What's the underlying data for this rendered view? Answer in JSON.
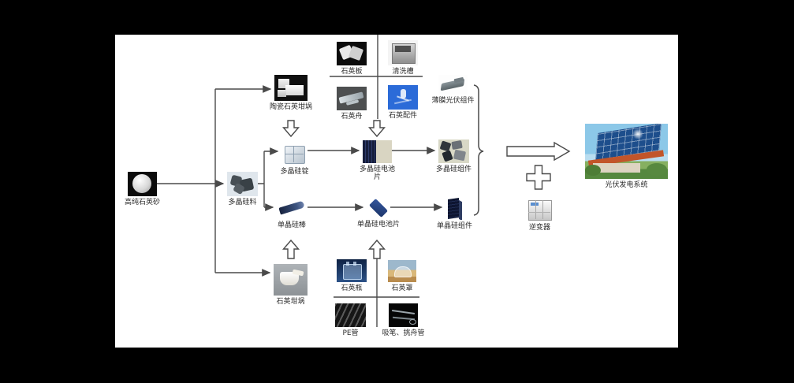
{
  "diagram": {
    "nodes": {
      "quartz_sand": {
        "label": "高纯石英砂"
      },
      "poly_material": {
        "label": "多晶硅料"
      },
      "ceramic_crucible": {
        "label": "陶瓷石英坩埚"
      },
      "poly_ingot": {
        "label": "多晶硅锭"
      },
      "mono_rod": {
        "label": "单晶硅棒"
      },
      "quartz_crucible": {
        "label": "石英坩埚"
      },
      "quartz_plate": {
        "label": "石英板"
      },
      "cleaning_tank": {
        "label": "清洗槽"
      },
      "quartz_boat": {
        "label": "石英舟"
      },
      "quartz_fittings": {
        "label": "石英配件"
      },
      "poly_cell": {
        "label": "多晶硅电池片"
      },
      "poly_module": {
        "label": "多晶硅组件"
      },
      "thin_film_module": {
        "label": "薄膜光伏组件"
      },
      "mono_cell": {
        "label": "单晶硅电池片"
      },
      "mono_module": {
        "label": "单晶硅组件"
      },
      "quartz_bottle": {
        "label": "石英瓶"
      },
      "quartz_cover": {
        "label": "石英罩"
      },
      "pe_tube": {
        "label": "PE管"
      },
      "suction_pen_boat_tube": {
        "label": "吸笔、挑舟管"
      },
      "inverter": {
        "label": "逆变器"
      },
      "pv_system": {
        "label": "光伏发电系统"
      }
    },
    "edges": [
      {
        "from": "quartz_sand",
        "to": "poly_material"
      },
      {
        "from": "quartz_sand",
        "to": "ceramic_crucible"
      },
      {
        "from": "quartz_sand",
        "to": "quartz_crucible"
      },
      {
        "from": "poly_material",
        "to": "poly_ingot"
      },
      {
        "from": "poly_material",
        "to": "mono_rod"
      },
      {
        "from": "ceramic_crucible",
        "to": "poly_ingot"
      },
      {
        "from": "quartz_crucible",
        "to": "mono_rod"
      },
      {
        "from": "quartz_plate+cleaning_tank+quartz_boat+quartz_fittings",
        "to": "poly_cell"
      },
      {
        "from": "quartz_bottle+quartz_cover+pe_tube+suction_pen_boat_tube",
        "to": "mono_cell"
      },
      {
        "from": "poly_ingot",
        "to": "poly_cell"
      },
      {
        "from": "poly_cell",
        "to": "poly_module"
      },
      {
        "from": "mono_rod",
        "to": "mono_cell"
      },
      {
        "from": "mono_cell",
        "to": "mono_module"
      },
      {
        "from": "thin_film_module+poly_module+mono_module",
        "to": "pv_system"
      },
      {
        "from": "inverter",
        "to": "pv_system"
      }
    ],
    "colors": {
      "backdrop": "#000000",
      "canvas": "#ffffff",
      "connector": "#4a4a4a",
      "fittings_blue": "#2b6bd8",
      "cell_navy": "#1a2240",
      "panel_blue": "#1d4e8c",
      "roof_orange": "#c2552a"
    }
  }
}
